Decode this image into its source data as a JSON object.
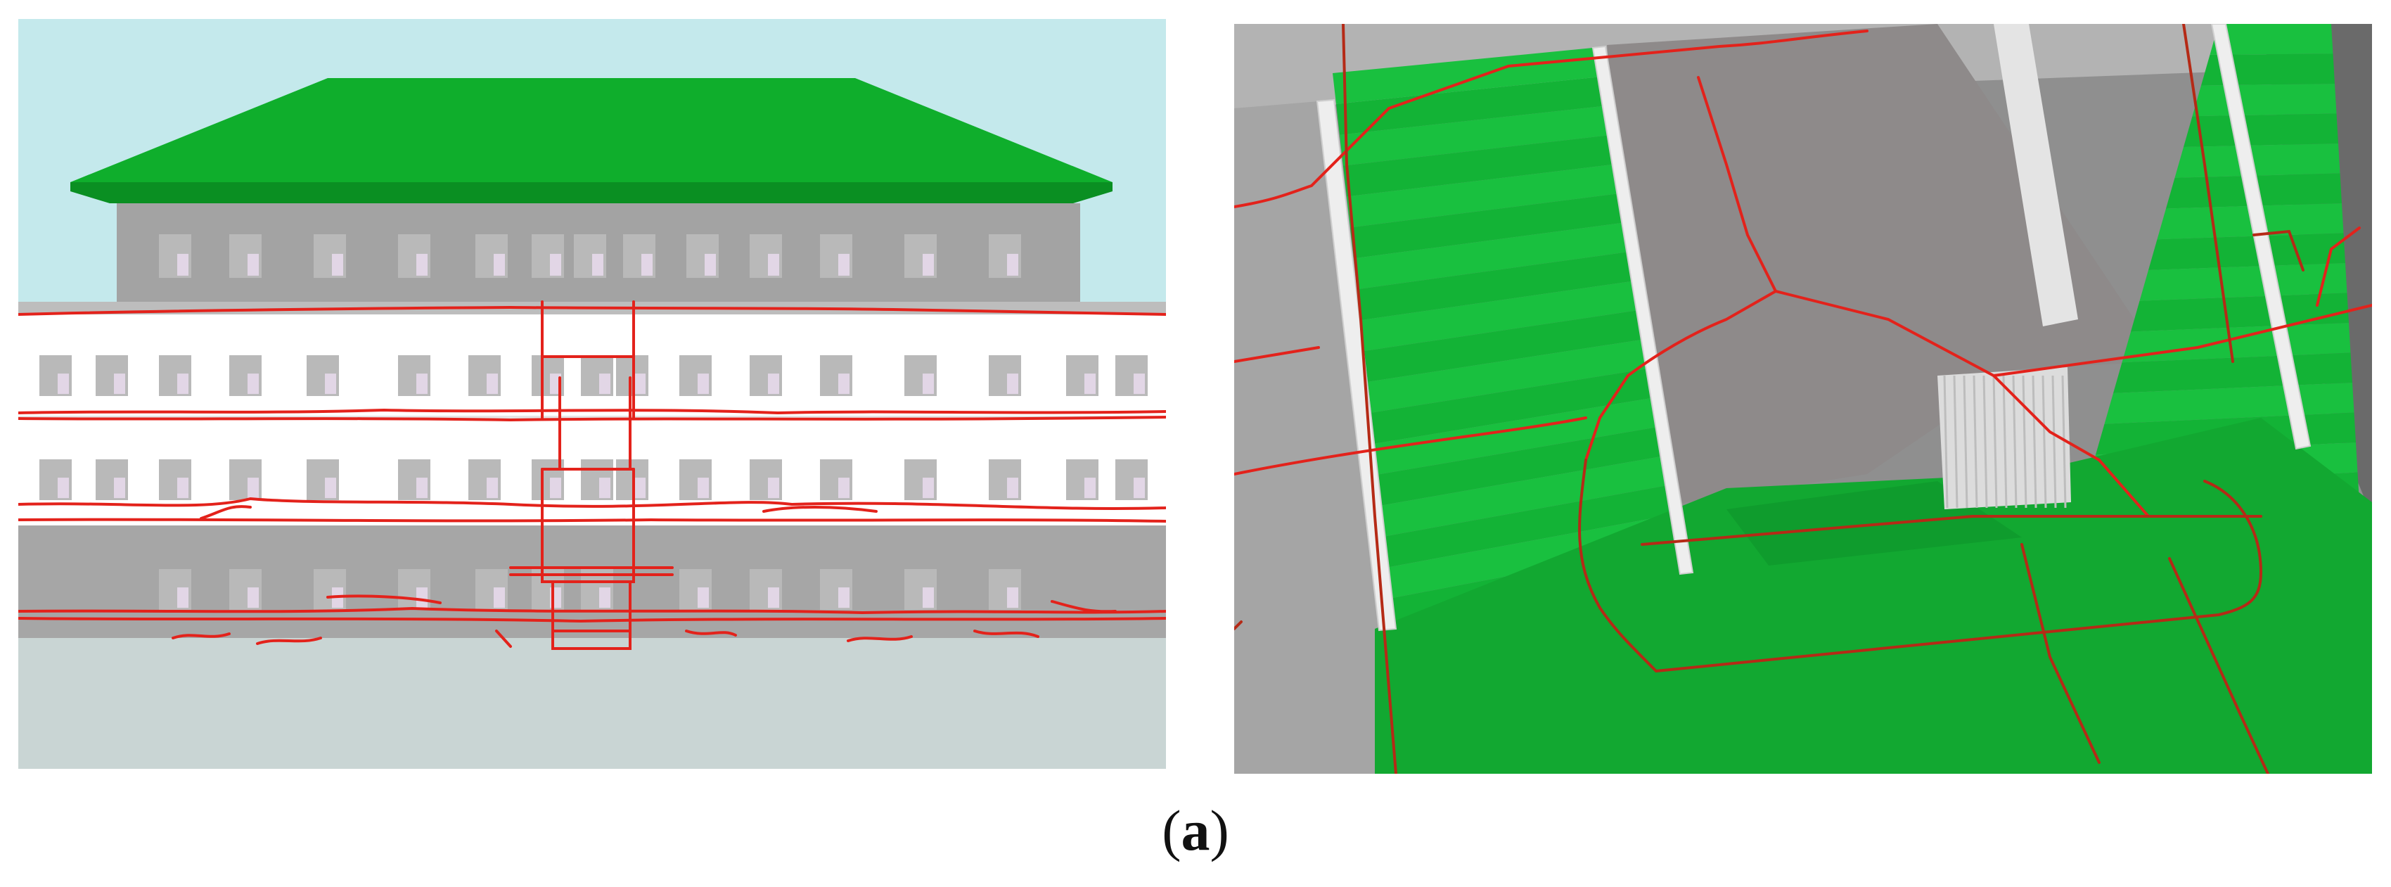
{
  "figure": {
    "caption_open": "(",
    "caption_label": "a",
    "caption_close": ")"
  },
  "colors": {
    "sky": "#c4e9ec",
    "ground": "#c9d5d4",
    "roof": "#0fae2c",
    "wall_grey": "#a3a3a3",
    "wall_white": "#ffffff",
    "window": "#b9b9b9",
    "window_glass": "#e2d6e6",
    "path_red": "#e3221b",
    "path_dark_red": "#b52a16",
    "stair_green": "#13b336",
    "floor_green": "#12a831",
    "landing_grey": "#8e8a8a",
    "railing_white": "#eeeeee"
  },
  "views": [
    {
      "name": "building-exterior-view"
    },
    {
      "name": "staircase-interior-view"
    }
  ]
}
